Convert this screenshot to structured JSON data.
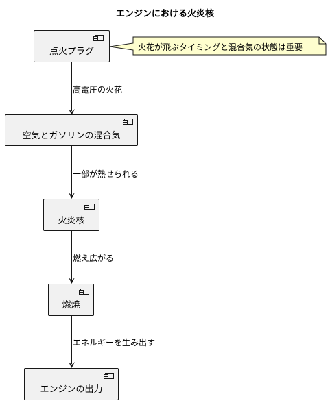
{
  "diagram": {
    "title": "エンジンにおける火炎核",
    "nodes": [
      {
        "id": "spark",
        "label": "点火プラグ"
      },
      {
        "id": "mixture",
        "label": "空気とガソリンの混合気"
      },
      {
        "id": "kernel",
        "label": "火炎核"
      },
      {
        "id": "combustion",
        "label": "燃焼"
      },
      {
        "id": "output",
        "label": "エンジンの出力"
      }
    ],
    "edges": [
      {
        "from": "spark",
        "to": "mixture",
        "label": "高電圧の火花"
      },
      {
        "from": "mixture",
        "to": "kernel",
        "label": "一部が熱せられる"
      },
      {
        "from": "kernel",
        "to": "combustion",
        "label": "燃え広がる"
      },
      {
        "from": "combustion",
        "to": "output",
        "label": "エネルギーを生み出す"
      }
    ],
    "note": {
      "attached_to": "spark",
      "text": "火花が飛ぶタイミングと混合気の状態は重要"
    },
    "colors": {
      "node_fill": "#f1f1f1",
      "node_border": "#181818",
      "note_fill": "#fefece",
      "line": "#181818"
    }
  }
}
